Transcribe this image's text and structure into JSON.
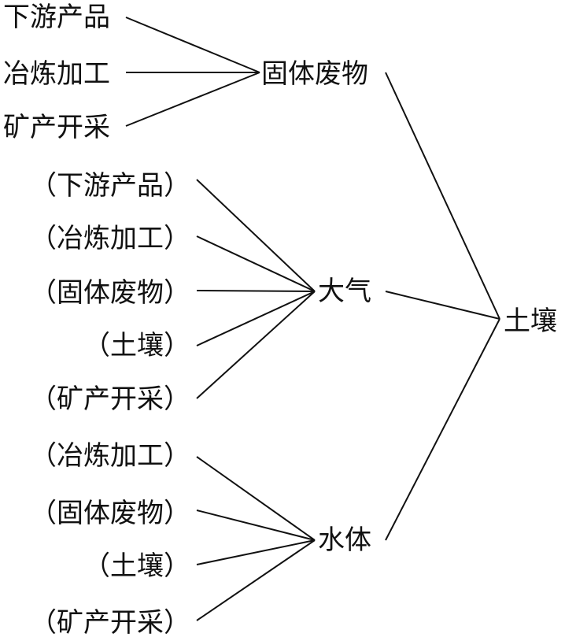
{
  "nodes": {
    "src1_downstream": "下游产品",
    "src1_smelting": "冶炼加工",
    "src1_mining": "矿产开采",
    "solid_waste": "固体废物",
    "air_downstream": "（下游产品）",
    "air_smelting": "（冶炼加工）",
    "air_solid_waste": "（固体废物）",
    "air_soil": "（土壤）",
    "air_mining": "（矿产开采）",
    "air": "大气",
    "water_smelting": "（冶炼加工）",
    "water_solid_waste": "（固体废物）",
    "water_soil": "（土壤）",
    "water_mining": "（矿产开采）",
    "water": "水体",
    "soil": "土壤"
  },
  "edges": [
    [
      "src1_downstream",
      "solid_waste"
    ],
    [
      "src1_smelting",
      "solid_waste"
    ],
    [
      "src1_mining",
      "solid_waste"
    ],
    [
      "air_downstream",
      "air"
    ],
    [
      "air_smelting",
      "air"
    ],
    [
      "air_solid_waste",
      "air"
    ],
    [
      "air_soil",
      "air"
    ],
    [
      "air_mining",
      "air"
    ],
    [
      "water_smelting",
      "water"
    ],
    [
      "water_solid_waste",
      "water"
    ],
    [
      "water_soil",
      "water"
    ],
    [
      "water_mining",
      "water"
    ],
    [
      "solid_waste",
      "soil"
    ],
    [
      "air",
      "soil"
    ],
    [
      "water",
      "soil"
    ]
  ]
}
